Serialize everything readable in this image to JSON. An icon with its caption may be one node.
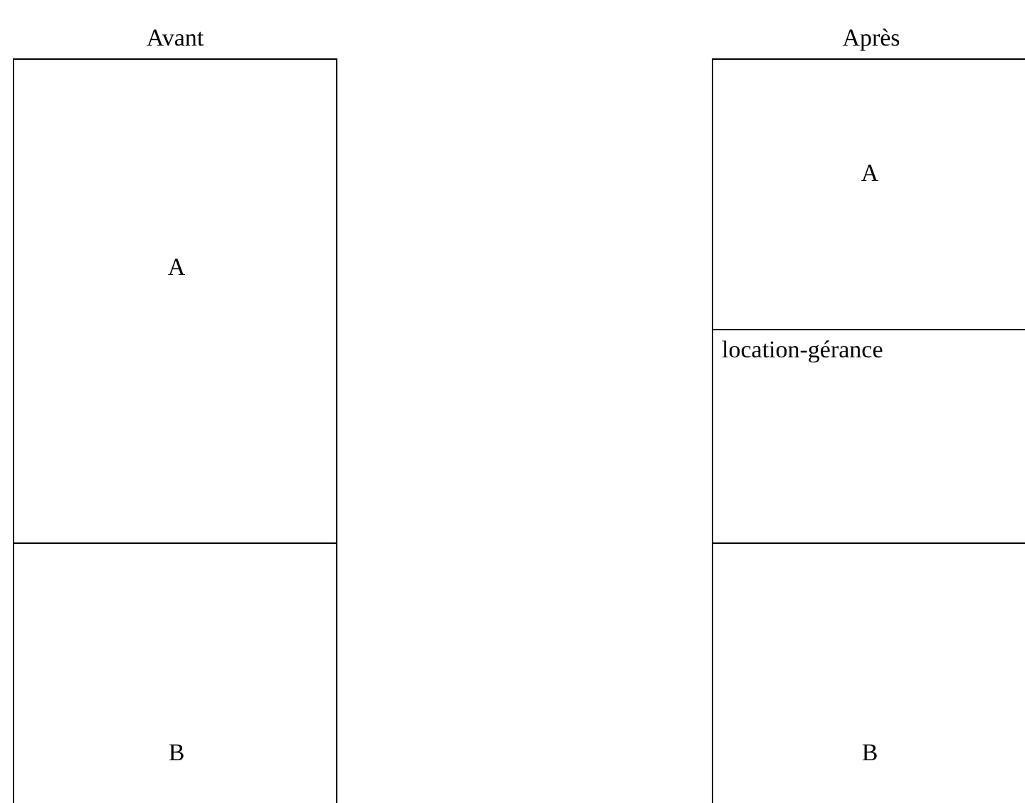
{
  "diagram": {
    "nodes": [
      {
        "text": [
          "A"
        ]
      },
      {
        "text": [
          "B"
        ]
      },
      {
        "text": [
          "A"
        ]
      },
      {
        "text": [
          "location-gérance"
        ]
      },
      {
        "text": [
          "B"
        ]
      }
    ],
    "labels": [
      "Avant",
      "Après"
    ]
  }
}
